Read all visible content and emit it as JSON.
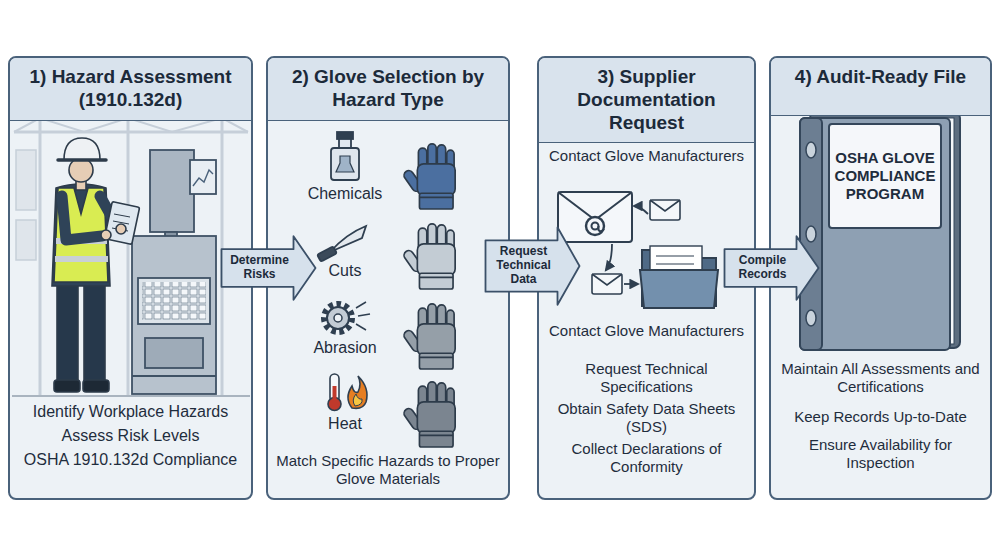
{
  "diagram": {
    "nodes": [
      {
        "text": [
          "1) Hazard Assessment (1910.132d)",
          "Identify Workplace Hazards",
          "Assess Risk Levels",
          "OSHA 1910.132d Compliance"
        ]
      },
      {
        "text": [
          "2) Glove Selection by Hazard Type",
          "Match Specific Hazards to Proper Glove Materials"
        ]
      },
      {
        "text": [
          "3) Supplier Documentation Request",
          "Contact Glove Manufacturers",
          "Contact Glove Manufacturers",
          "Request Technical Specifications",
          "Obtain Safety Data Sheets (SDS)",
          "Collect Declarations of Conformity"
        ]
      },
      {
        "text": [
          "4) Audit-Ready File",
          "Maintain All Assessments and Certifications",
          "Keep Records Up-to-Date",
          "Ensure Availability for Inspection"
        ]
      }
    ],
    "edges": [
      {
        "from": 0,
        "to": 1,
        "label": "Determine Risks",
        "arrow": "to"
      },
      {
        "from": 1,
        "to": 2,
        "label": "Request Technical Data",
        "arrow": "to"
      },
      {
        "from": 2,
        "to": 3,
        "label": "Compile Records",
        "arrow": "to"
      }
    ],
    "labels": [
      "Chemicals",
      "Cuts",
      "Abrasion",
      "Heat",
      "OSHA GLOVE COMPLIANCE PROGRAM"
    ]
  }
}
